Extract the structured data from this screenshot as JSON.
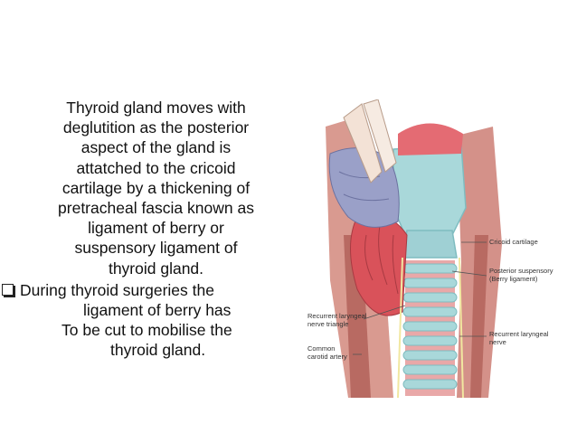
{
  "slide": {
    "paragraph_lines": [
      "Thyroid gland moves with",
      "deglutition as the posterior",
      "aspect of the gland is",
      "attatched to the cricoid",
      "cartilage by a thickening of",
      "pretracheal fascia known as",
      "ligament of berry or",
      "suspensory ligament of",
      "thyroid gland."
    ],
    "bullet_lines": [
      "During thyroid surgeries the",
      "ligament of berry has",
      "To be cut to mobilise the",
      "thyroid gland."
    ]
  },
  "figure": {
    "labels": {
      "cricoid": "Cricoid cartilage",
      "posterior_1": "Posterior suspensory",
      "posterior_2": "(Berry ligament)",
      "recurrent_triangle_1": "Recurrent laryngeal",
      "recurrent_triangle_2": "nerve triangle",
      "recurrent_nerve_1": "Recurrent laryngeal",
      "recurrent_nerve_2": "nerve",
      "carotid_1": "Common",
      "carotid_2": "carotid artery"
    },
    "colors": {
      "gland": "#d9525a",
      "gland_light": "#f08a8f",
      "cartilage": "#a9d8da",
      "cartilage_dark": "#7fbcc0",
      "muscle": "#c98a80",
      "fascia": "#9aa0c8",
      "skin": "#f3d2c4"
    }
  }
}
